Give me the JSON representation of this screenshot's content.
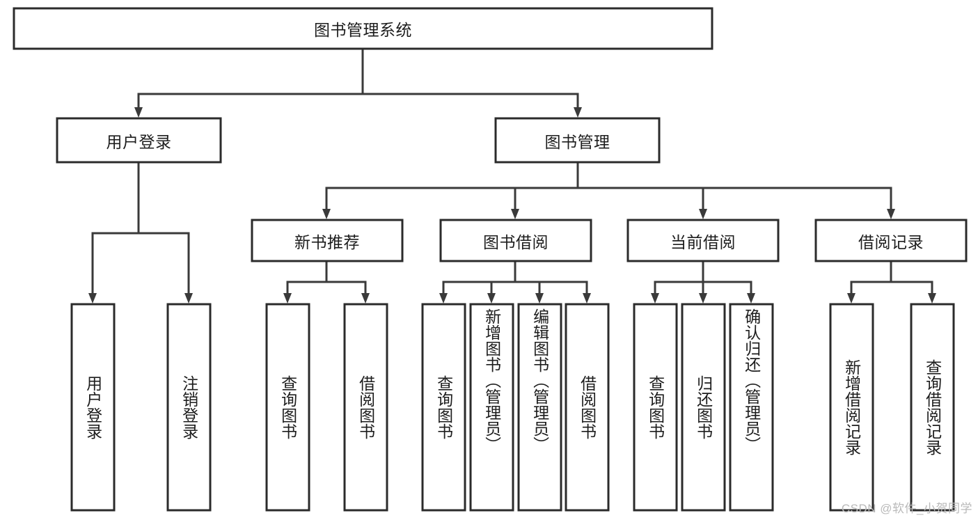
{
  "diagram": {
    "type": "tree",
    "title": "图书管理系统",
    "watermark": "CSDN @软件_小贺同学",
    "colors": {
      "box_stroke": "#2b2b2b",
      "connector": "#3a3a3a",
      "box_fill": "#ffffff",
      "text": "#1d1d1d",
      "watermark": "#b9b9b9"
    },
    "levels": {
      "root": {
        "label": "图书管理系统"
      },
      "level2": [
        {
          "label": "用户登录"
        },
        {
          "label": "图书管理"
        }
      ],
      "level3": [
        {
          "label": "新书推荐"
        },
        {
          "label": "图书借阅"
        },
        {
          "label": "当前借阅"
        },
        {
          "label": "借阅记录"
        }
      ],
      "leaves": [
        {
          "label": "用户登录",
          "parent": "用户登录"
        },
        {
          "label": "注销登录",
          "parent": "用户登录"
        },
        {
          "label": "查询图书",
          "parent": "新书推荐"
        },
        {
          "label": "借阅图书",
          "parent": "新书推荐"
        },
        {
          "label": "查询图书",
          "parent": "图书借阅"
        },
        {
          "label": "新增图书（管理员）",
          "parent": "图书借阅"
        },
        {
          "label": "编辑图书（管理员）",
          "parent": "图书借阅"
        },
        {
          "label": "借阅图书",
          "parent": "图书借阅"
        },
        {
          "label": "查询图书",
          "parent": "当前借阅"
        },
        {
          "label": "归还图书",
          "parent": "当前借阅"
        },
        {
          "label": "确认归还（管理员）",
          "parent": "当前借阅"
        },
        {
          "label": "新增借阅记录",
          "parent": "借阅记录"
        },
        {
          "label": "查询借阅记录",
          "parent": "借阅记录"
        }
      ]
    }
  }
}
